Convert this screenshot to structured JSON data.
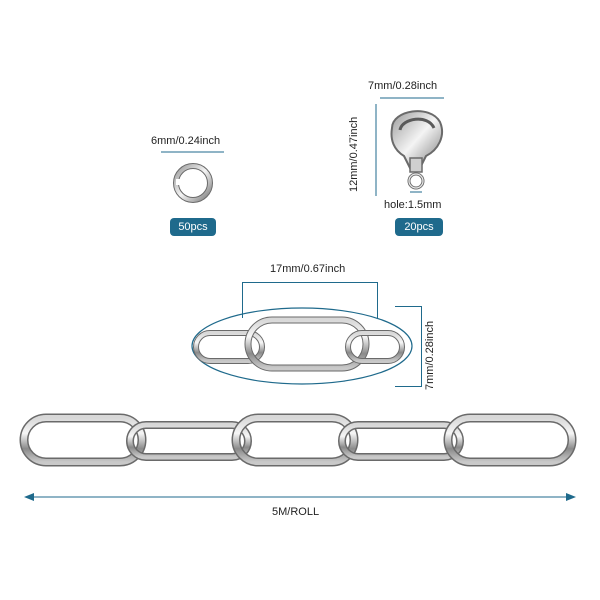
{
  "jump_ring": {
    "size_label": "6mm/0.24inch",
    "count": "50pcs"
  },
  "clasp": {
    "width_label": "7mm/0.28inch",
    "height_label": "12mm/0.47inch",
    "hole_label": "hole:1.5mm",
    "count": "20pcs"
  },
  "chain_link": {
    "length_label": "17mm/0.67inch",
    "width_label": "7mm/0.28inch"
  },
  "roll": {
    "length_label": "5M/ROLL"
  },
  "colors": {
    "accent": "#1f6a8c",
    "metal_dark": "#6e6e6e",
    "metal_light": "#f2f2f2"
  }
}
